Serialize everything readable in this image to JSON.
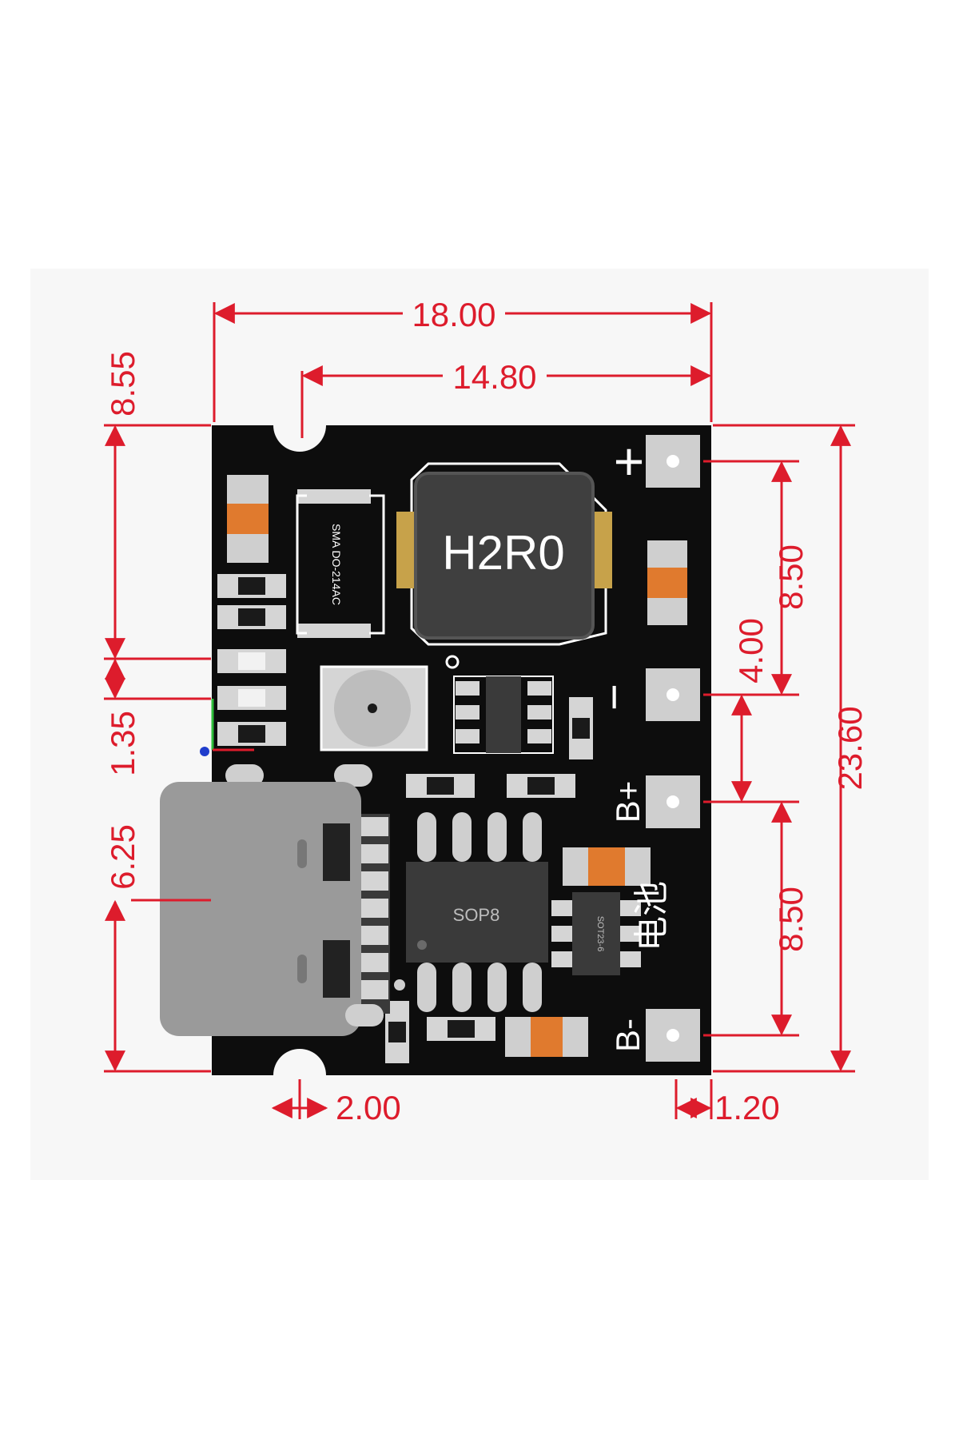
{
  "colors": {
    "board": "#0d0d0d",
    "dimension": "#dd1c2c",
    "pad": "#cfcfcf",
    "ic": "#3a3a3a",
    "orange": "#e07a2e",
    "inductor_terminal": "#c7a24a"
  },
  "dimensions": {
    "width_total": "18.00",
    "width_inner": "14.80",
    "left_top": "8.55",
    "left_middle": "1.35",
    "left_bottom": "6.25",
    "right_top": "8.50",
    "right_middle": "4.00",
    "right_bottom": "8.50",
    "height_total": "23.60",
    "notch_width": "2.00",
    "edge_offset": "1.20"
  },
  "board": {
    "inductor_label": "H2R0",
    "ic_label": "SOP8",
    "small_ic_label": "SOT23-6",
    "diode_label": "SMA DO-214AC",
    "terminal_plus": "+",
    "terminal_minus": "−",
    "terminal_b_plus": "B+",
    "terminal_b_minus": "B-",
    "battery_label": "电池"
  }
}
